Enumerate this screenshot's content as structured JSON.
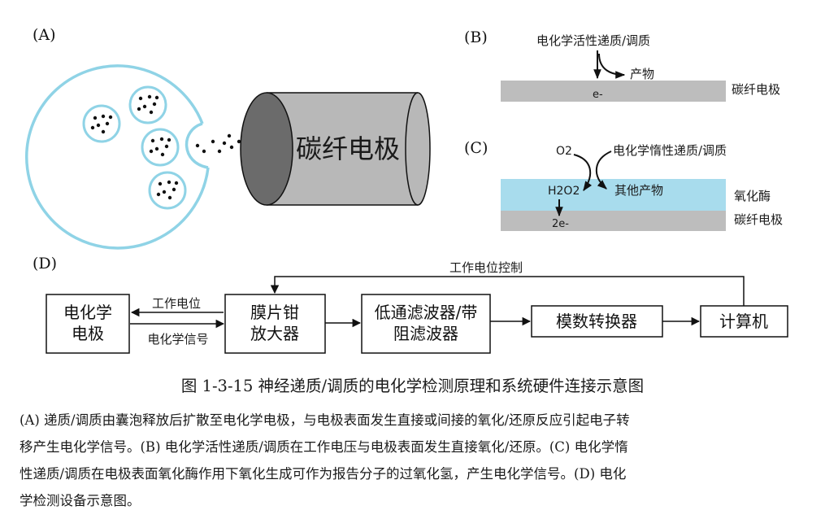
{
  "panels": {
    "a": {
      "label": "(A)",
      "electrode_label": "碳纤电极"
    },
    "b": {
      "label": "(B)",
      "species_label": "电化学活性递质/调质",
      "product_label": "产物",
      "electron_label": "e-",
      "electrode_label": "碳纤电极"
    },
    "c": {
      "label": "(C)",
      "oxygen_label": "O2",
      "species_label": "电化学惰性递质/调质",
      "h2o2_label": "H2O2",
      "other_products_label": "其他产物",
      "enzyme_label": "氧化酶",
      "electron_label": "2e-",
      "electrode_label": "碳纤电极"
    },
    "d": {
      "label": "(D)",
      "feedback_label": "工作电位控制",
      "boxes": {
        "electrode": [
          "电化学",
          "电极"
        ],
        "amplifier": [
          "膜片钳",
          "放大器"
        ],
        "filter": [
          "低通滤波器/带",
          "阻滤波器"
        ],
        "adc": [
          "模数转换器"
        ],
        "computer": [
          "计算机"
        ]
      },
      "arrow_labels": {
        "potential": "工作电位",
        "signal": "电化学信号"
      }
    }
  },
  "caption": "图 1-3-15  神经递质/调质的电化学检测原理和系统硬件连接示意图",
  "description_lines": [
    "(A) 递质/调质由囊泡释放后扩散至电化学电极，与电极表面发生直接或间接的氧化/还原反应引起电子转",
    "移产生电化学信号。(B) 电化学活性递质/调质在工作电压与电极表面发生直接氧化/还原。(C) 电化学惰",
    "性递质/调质在电极表面氧化酶作用下氧化生成可作为报告分子的过氧化氢，产生电化学信号。(D) 电化",
    "学检测设备示意图。"
  ],
  "colors": {
    "cell_outline": "#8fd3e6",
    "electrode_body": "#b8b8b8",
    "electrode_end": "#6b6b6b",
    "electrode_strip": "#bdbdbd",
    "enzyme_layer": "#a8dced"
  }
}
